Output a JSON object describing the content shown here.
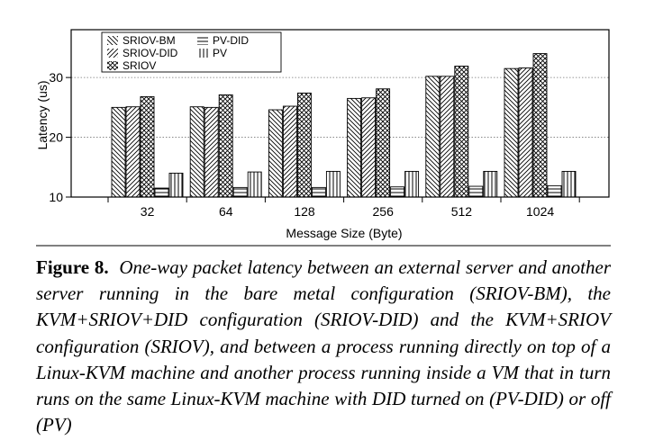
{
  "chart_data": {
    "type": "bar",
    "categories": [
      "32",
      "64",
      "128",
      "256",
      "512",
      "1024"
    ],
    "series": [
      {
        "name": "SRIOV-BM",
        "pattern": "diag-down",
        "values": [
          25.0,
          25.1,
          24.6,
          26.5,
          30.2,
          31.5
        ]
      },
      {
        "name": "SRIOV-DID",
        "pattern": "diag-up",
        "values": [
          25.1,
          25.0,
          25.2,
          26.6,
          30.2,
          31.6
        ]
      },
      {
        "name": "SRIOV",
        "pattern": "cross",
        "values": [
          26.8,
          27.1,
          27.4,
          28.1,
          31.9,
          34.0
        ]
      },
      {
        "name": "PV-DID",
        "pattern": "horizontal",
        "values": [
          11.5,
          11.6,
          11.6,
          11.7,
          11.8,
          11.9
        ]
      },
      {
        "name": "PV",
        "pattern": "vertical",
        "values": [
          14.0,
          14.2,
          14.3,
          14.3,
          14.3,
          14.3
        ]
      }
    ],
    "xlabel": "Message Size (Byte)",
    "ylabel": "Latency (us)",
    "ylim": [
      10,
      38
    ],
    "yticks": [
      10,
      20,
      30
    ],
    "grid": "horizontal dotted",
    "legend_placement": "top-left",
    "colors": {
      "bar_stroke": "#000000",
      "hatch": "#000000",
      "background": "#ffffff"
    }
  },
  "caption": {
    "label": "Figure 8.",
    "text": "One-way packet latency between an external server and another server running in the bare metal configuration (SRIOV-BM), the KVM+SRIOV+DID configuration (SRIOV-DID) and the KVM+SRIOV configuration (SRIOV), and between a process running directly on top of a Linux-KVM machine and another process running inside a VM that in turn runs on the same Linux-KVM machine with DID turned on (PV-DID) or off (PV)"
  }
}
